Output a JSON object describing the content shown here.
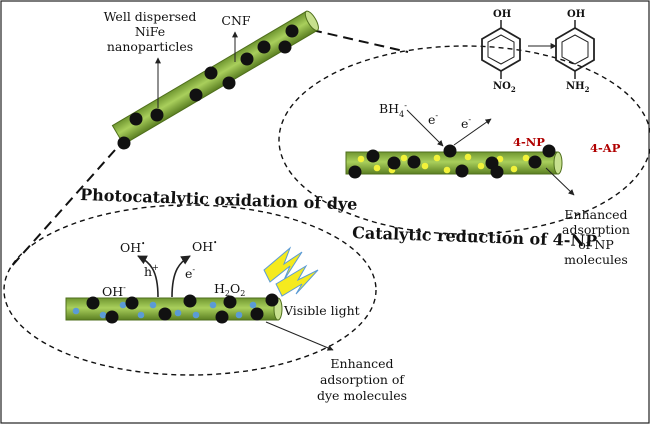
{
  "labels": {
    "dispersed": [
      "Well dispersed",
      "NiFe",
      "nanoparticles"
    ],
    "cnf": "CNF",
    "photocatalytic_title": "Photocatalytic oxidation of dye",
    "catalytic_title": "Catalytic reduction of 4-NP",
    "bh4": "BH",
    "bh4_sub": "4",
    "bh4_sup": "-",
    "e1": "e",
    "e2": "e",
    "e_sup": "-",
    "nitro_oh": "OH",
    "no2": "NO",
    "no2_sub": "2",
    "amino_oh": "OH",
    "nh2": "NH",
    "nh2_sub": "2",
    "np": "4-NP",
    "ap": "4-AP",
    "enh_np": [
      "Enhanced",
      "adsorption",
      "of NP",
      "molecules"
    ],
    "oh_rad_left": "OH",
    "oh_rad_right": "OH",
    "rad_sup": "•",
    "oh_minus": "OH",
    "minus_sup": "-",
    "h_plus": "h",
    "plus_sup": "+",
    "e_photo": "e",
    "h2o2": "H",
    "h2o2_sub1": "2",
    "h2o2_mid": "O",
    "h2o2_sub2": "2",
    "visible_light": "Visible light",
    "enh_dye": [
      "Enhanced",
      "adsorption of",
      "dye molecules"
    ]
  },
  "colors": {
    "fiber_green": "#8db844",
    "fiber_dark": "#4f6f1c",
    "particle": "#111111",
    "np_dot": "#f2f23a",
    "dye_dot": "#5b9bd5",
    "lightning": "#f5ea1e",
    "accent_red": "#b00000"
  }
}
